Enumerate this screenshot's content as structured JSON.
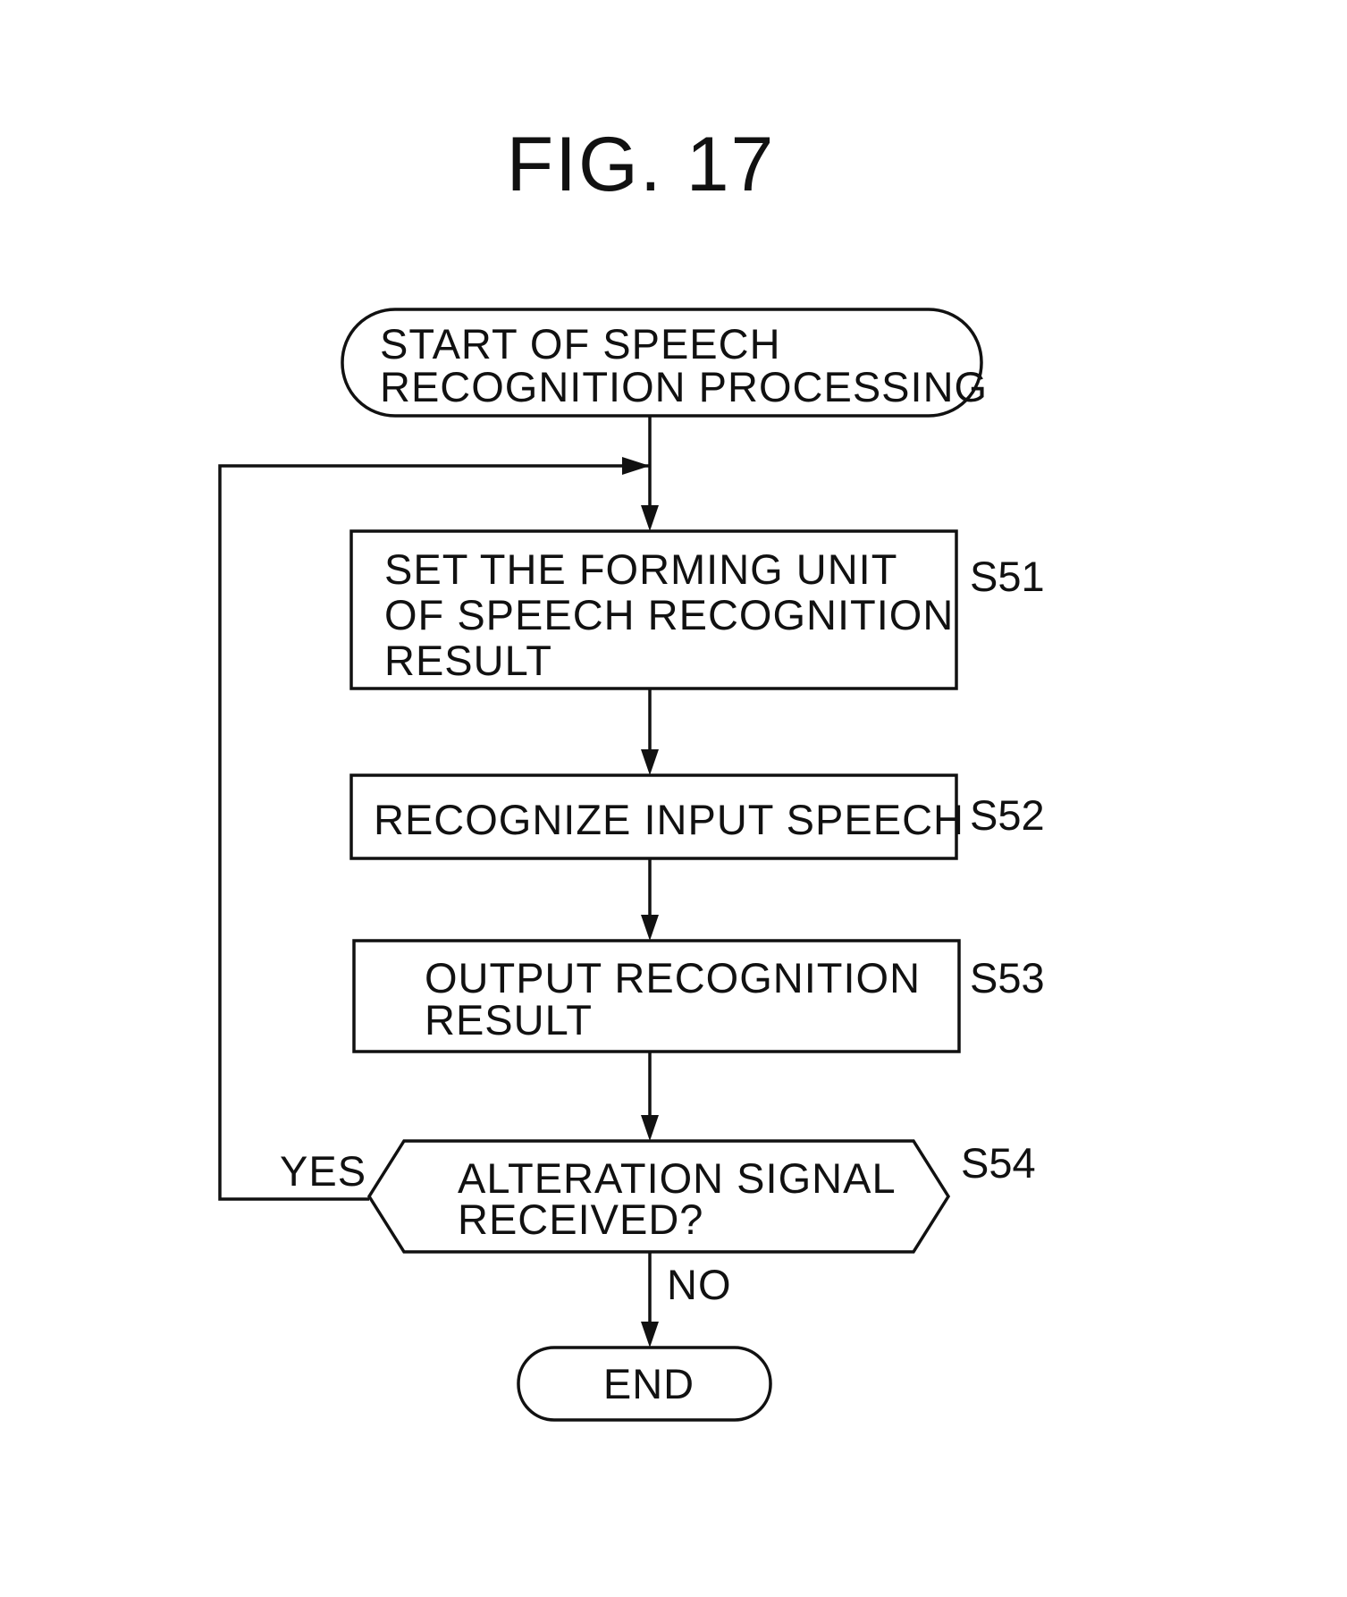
{
  "figure": {
    "title": "FIG. 17"
  },
  "flowchart": {
    "start": {
      "line1": "START OF SPEECH",
      "line2": "RECOGNITION PROCESSING"
    },
    "steps": [
      {
        "id": "S51",
        "lines": [
          "SET THE FORMING UNIT",
          "OF SPEECH RECOGNITION",
          "RESULT"
        ]
      },
      {
        "id": "S52",
        "lines": [
          "RECOGNIZE INPUT SPEECH"
        ]
      },
      {
        "id": "S53",
        "lines": [
          "OUTPUT RECOGNITION",
          "RESULT"
        ]
      }
    ],
    "decision": {
      "id": "S54",
      "lines": [
        "ALTERATION SIGNAL",
        "RECEIVED?"
      ],
      "yes_label": "YES",
      "no_label": "NO"
    },
    "end": {
      "label": "END"
    }
  }
}
